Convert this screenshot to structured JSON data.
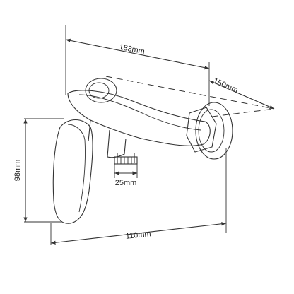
{
  "dimensions": {
    "overall_length": "183mm",
    "center_distance": "150mm",
    "height": "98mm",
    "outlet": "25mm",
    "depth": "110mm"
  }
}
